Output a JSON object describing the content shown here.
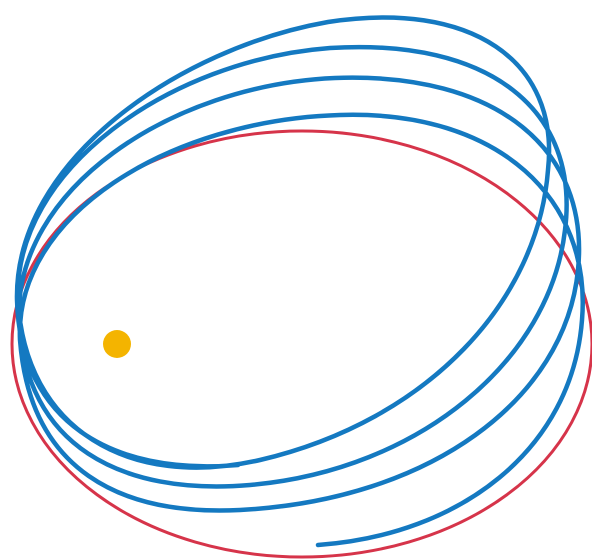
{
  "diagram": {
    "type": "orbit-precession",
    "central_body": {
      "label": "",
      "icon": "sun-dot",
      "color": "#F4B400"
    },
    "reference_orbit": {
      "label": "",
      "color": "#D6344A",
      "style": "closed-ellipse"
    },
    "precessing_orbit": {
      "label": "",
      "color": "#1479C1",
      "style": "open-spiral",
      "turns_visible": 4
    }
  }
}
